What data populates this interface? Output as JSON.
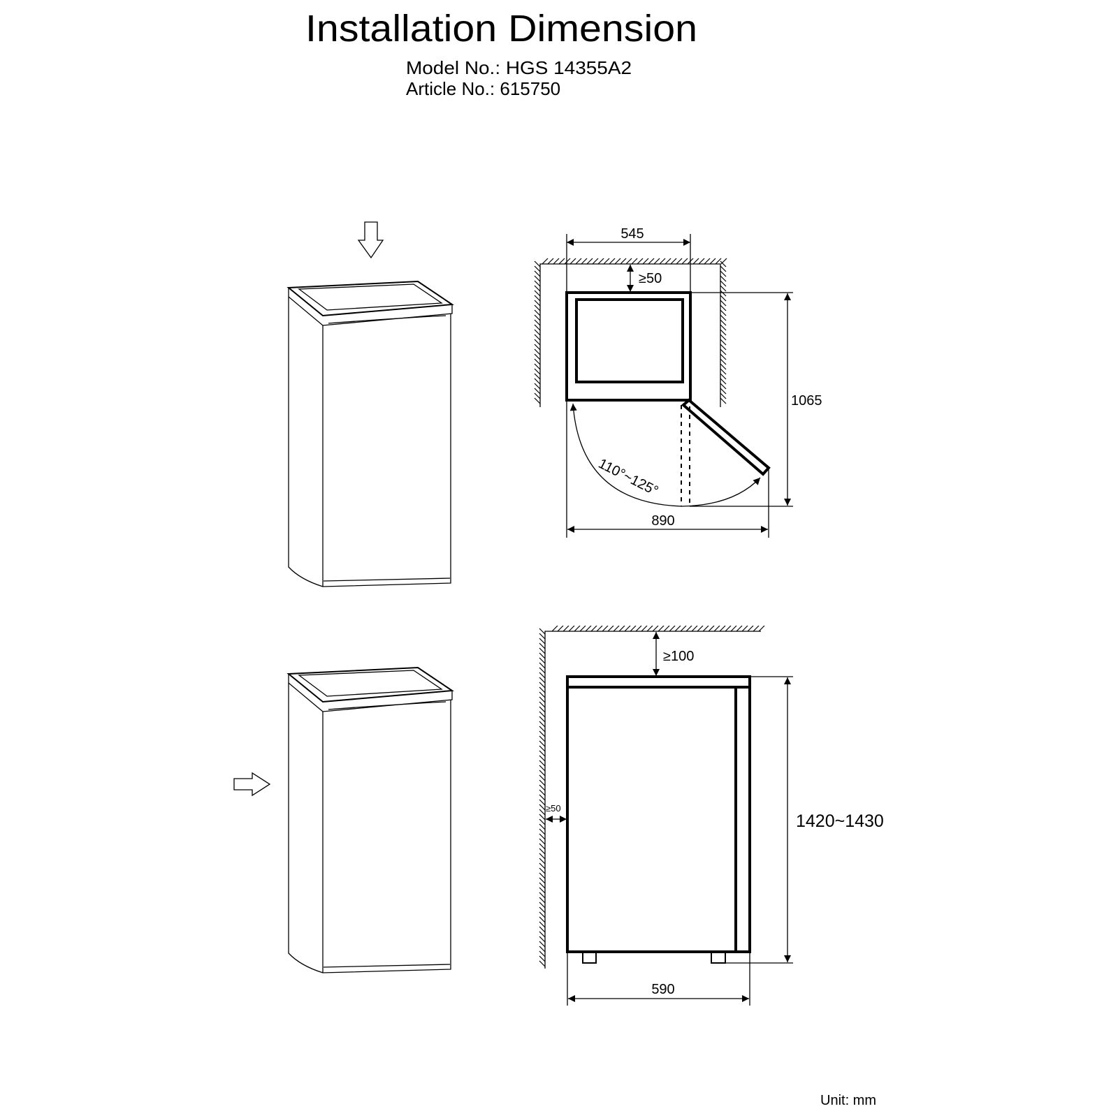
{
  "header": {
    "title": "Installation Dimension",
    "model": "Model No.: HGS 14355A2",
    "article": "Article No.: 615750"
  },
  "top_view": {
    "width": "545",
    "rear_clearance": "≥50",
    "depth_door_open": "1065",
    "door_angle": "110°~125°",
    "width_door_open": "890"
  },
  "side_view": {
    "top_clearance": "≥100",
    "side_clearance": "≥50",
    "height": "1420~1430",
    "width": "590"
  },
  "footer": {
    "unit": "Unit: mm"
  }
}
